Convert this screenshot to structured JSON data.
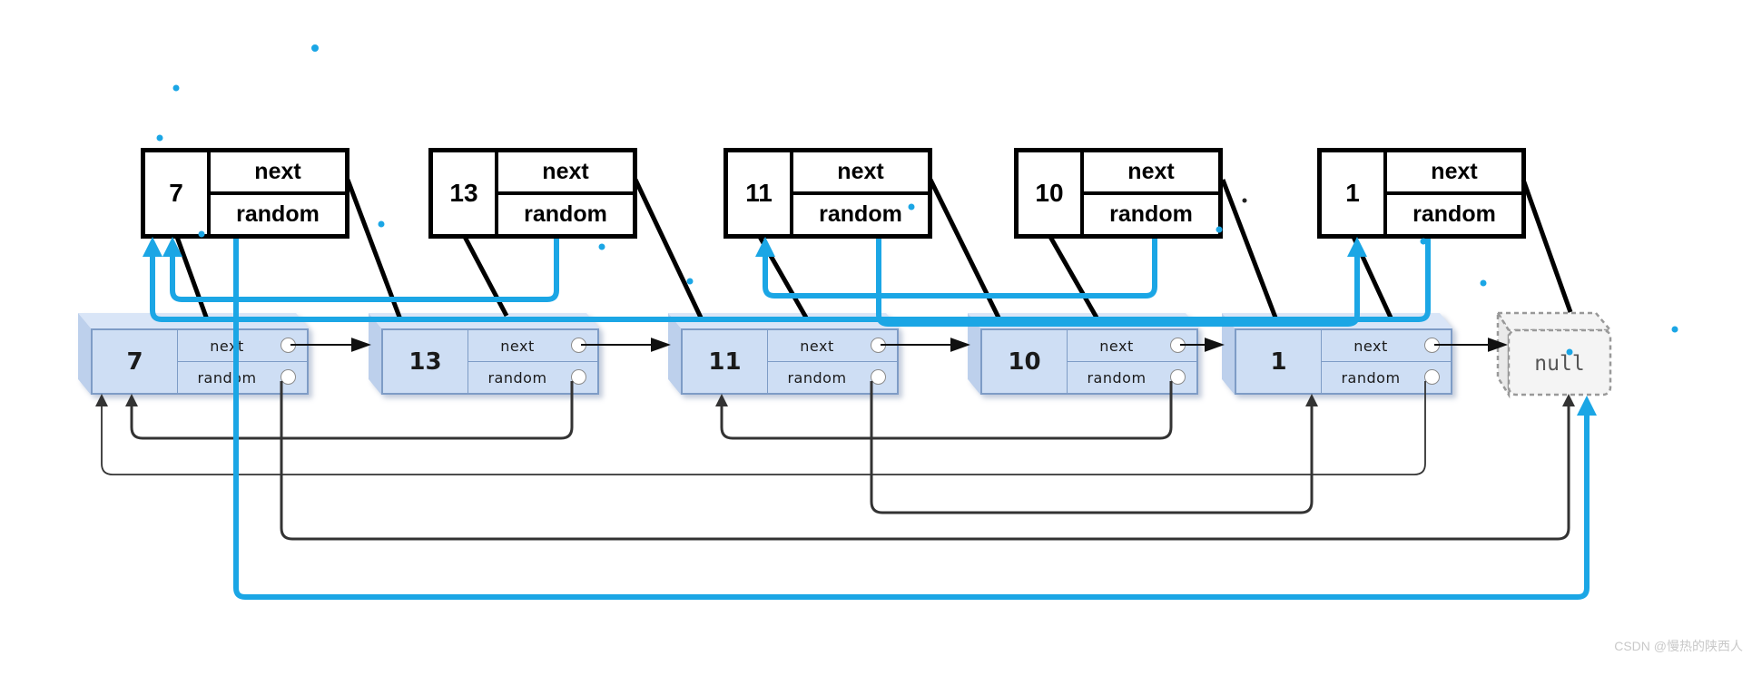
{
  "diagram": {
    "description": "copy linked list with random pointers",
    "null_label": "null",
    "field_labels": {
      "next": "next",
      "random": "random"
    },
    "nodes": [
      {
        "value": "7",
        "next_target": "13",
        "random_target": "null"
      },
      {
        "value": "13",
        "next_target": "11",
        "random_target": "7"
      },
      {
        "value": "11",
        "next_target": "10",
        "random_target": "1"
      },
      {
        "value": "10",
        "next_target": "1",
        "random_target": "11"
      },
      {
        "value": "1",
        "next_target": "null",
        "random_target": "7"
      }
    ],
    "colors": {
      "highlight_blue": "#1ba6e5",
      "box_fill": "#cedef4",
      "box_border": "#7e9cc6",
      "top_box_border": "#000000",
      "null_fill": "#f4f4f4",
      "dark_line": "#333333"
    },
    "watermark": "CSDN @慢热的陕西人"
  }
}
